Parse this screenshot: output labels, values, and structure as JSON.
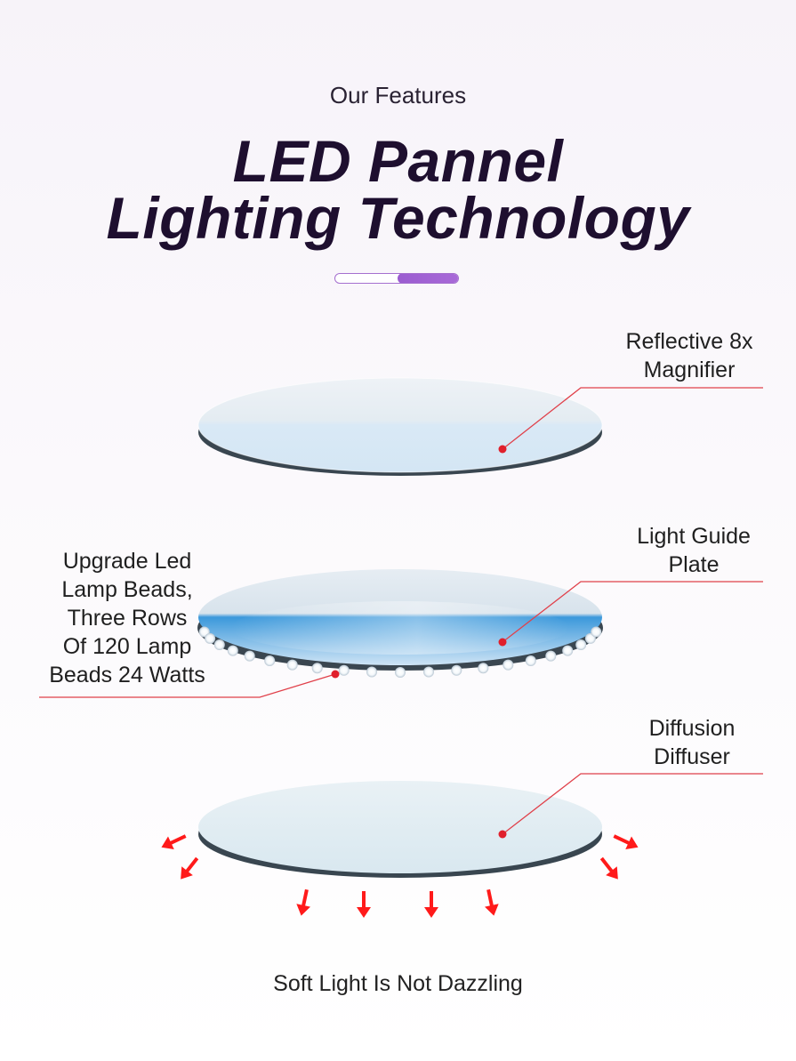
{
  "header": {
    "eyebrow": "Our Features",
    "title_line1": "LED Pannel",
    "title_line2": "Lighting Technology"
  },
  "layers": [
    {
      "id": "reflective",
      "label_lines": [
        "Reflective 8x",
        "Magnifier"
      ]
    },
    {
      "id": "light-guide",
      "label_lines": [
        "Light Guide",
        "Plate"
      ]
    },
    {
      "id": "led-beads",
      "label_lines": [
        "Upgrade Led",
        "Lamp Beads,",
        "Three Rows",
        "Of 120 Lamp",
        "Beads 24 Watts"
      ]
    },
    {
      "id": "diffusion",
      "label_lines": [
        "Diffusion",
        "Diffuser"
      ]
    }
  ],
  "footer": {
    "caption": "Soft Light Is Not Dazzling"
  },
  "colors": {
    "title": "#1e0f2f",
    "accent": "#9b5cd0",
    "callout_line": "#e0404a",
    "arrow": "#ff1a1a",
    "plate_edge": "#3a4650",
    "guide_blue": "#2e8fd6"
  }
}
